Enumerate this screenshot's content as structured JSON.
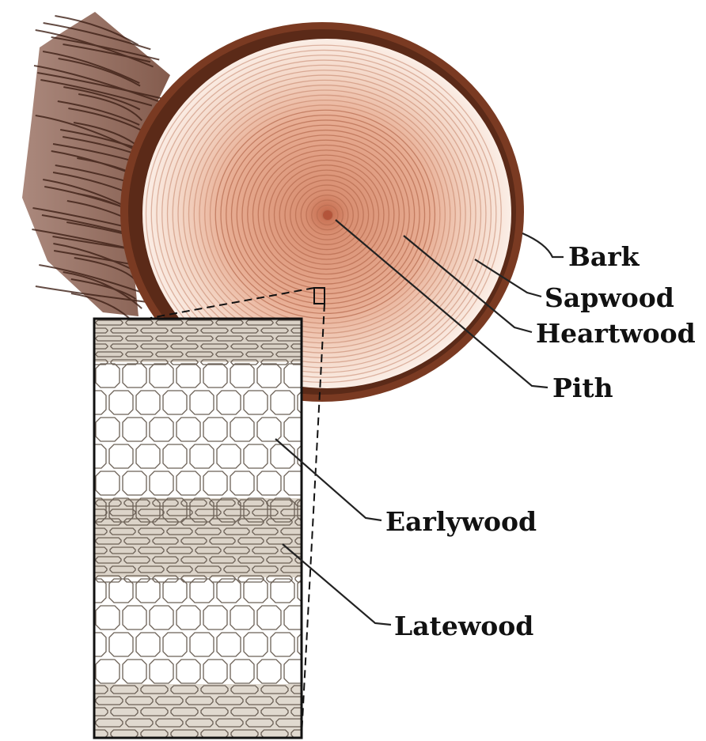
{
  "labels": {
    "bark": "Bark",
    "sapwood": "Sapwood",
    "heartwood": "Heartwood",
    "pith": "Pith",
    "earlywood": "Earlywood",
    "latewood": "Latewood"
  },
  "colors": {
    "bark": "#7a3a22",
    "bark_dark": "#4e2414",
    "heartwood": "#d9967a",
    "sapwood": "#f5ddd0",
    "ring_line": "#b86e52",
    "pith": "#b3543a",
    "cell_line": "#6b6056",
    "latewood_band": "#c2b9ad",
    "leader_line": "#222222"
  }
}
